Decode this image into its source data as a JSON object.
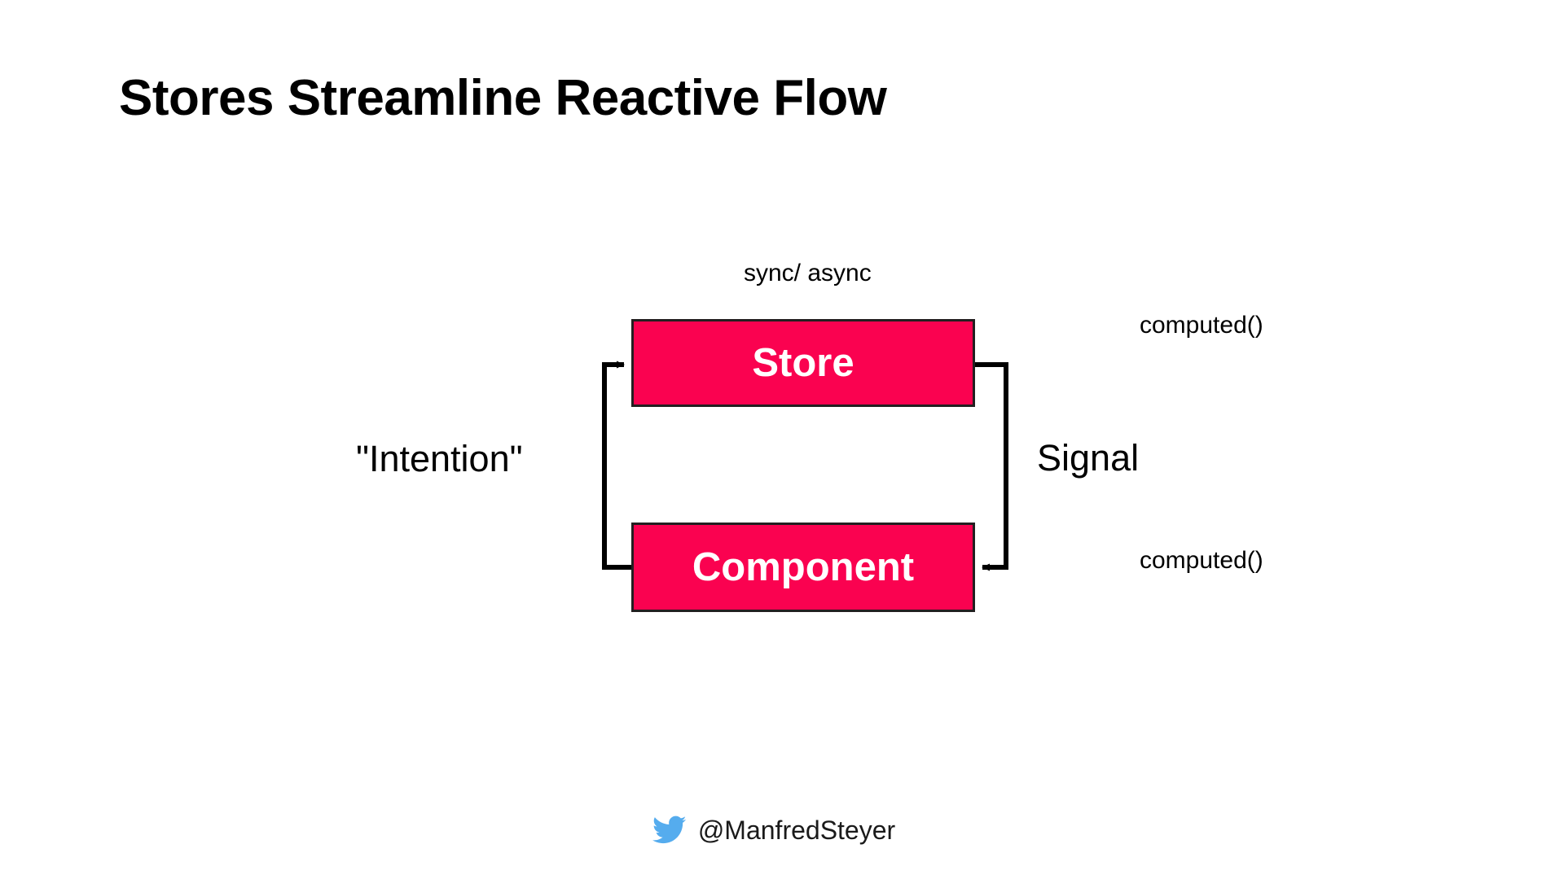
{
  "slide": {
    "title": "Stores Streamline Reactive Flow",
    "background_color": "#FFFFFF"
  },
  "diagram": {
    "type": "flow-cycle",
    "accent_color": "#FA0250",
    "stroke_color": "#000000",
    "node_text_color": "#FFFFFF",
    "nodes": [
      {
        "id": "store",
        "label": "Store"
      },
      {
        "id": "component",
        "label": "Component"
      }
    ],
    "edges": [
      {
        "id": "component-to-store",
        "from": "component",
        "to": "store",
        "label": "\"Intention\"",
        "side": "left",
        "direction": "up"
      },
      {
        "id": "store-to-component",
        "from": "store",
        "to": "component",
        "label": "Signal",
        "side": "right",
        "direction": "down"
      }
    ],
    "annotations": [
      {
        "id": "sync-async",
        "text": "sync/ async",
        "position": "top-center"
      },
      {
        "id": "computed-top",
        "text": "computed()",
        "position": "right-upper"
      },
      {
        "id": "computed-bottom",
        "text": "computed()",
        "position": "right-lower"
      }
    ]
  },
  "footer": {
    "icon": "twitter-bird-icon",
    "icon_color": "#55ACEE",
    "handle": "@ManfredSteyer"
  }
}
